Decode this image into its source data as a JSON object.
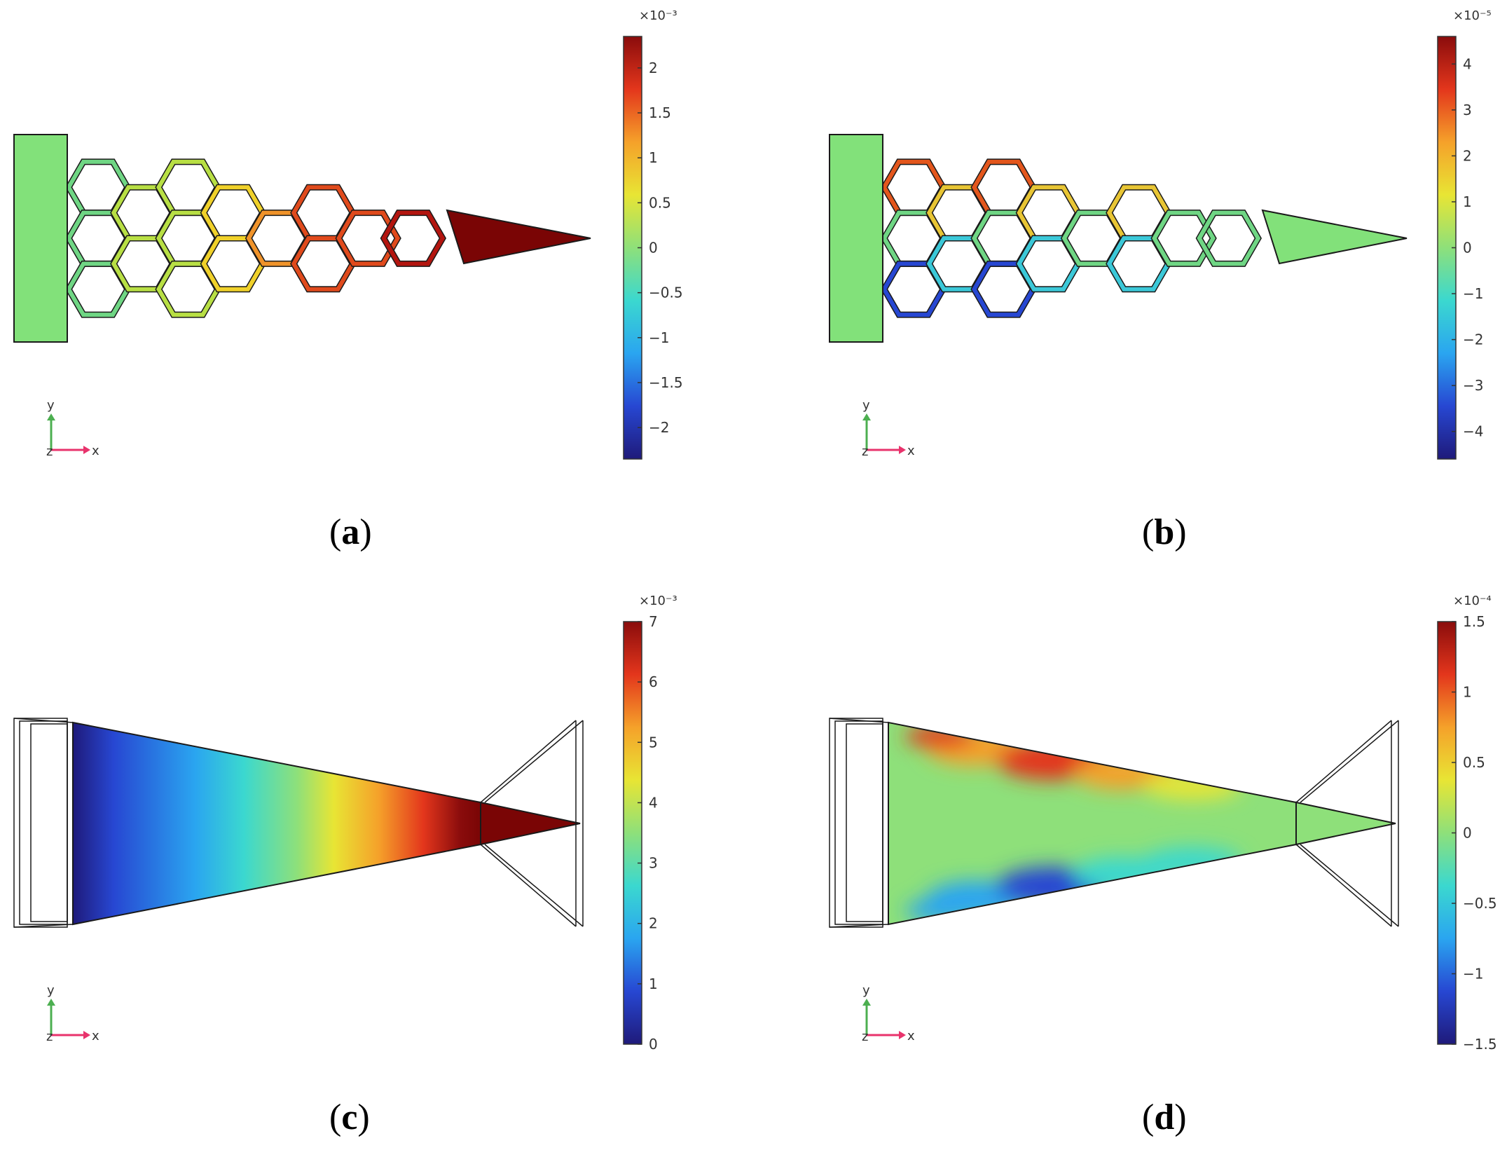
{
  "colors": {
    "colormap": [
      "#1f1a7a",
      "#2747d2",
      "#2aa5f0",
      "#3bd8cf",
      "#8ee07a",
      "#e8e534",
      "#f5a12a",
      "#e3361c",
      "#8a0c0c"
    ],
    "neutral_fill": "#82e17a",
    "outline": "#1a1a1a",
    "axis_y": "#4caf50",
    "axis_x": "#e8336c"
  },
  "axes_triad": {
    "y": "y",
    "z": "z",
    "x": "x"
  },
  "panels": [
    {
      "id": "a",
      "caption_letter": "a",
      "colorbar": {
        "exponent": "×10⁻³",
        "ticks": [
          {
            "label": "2",
            "value": 2
          },
          {
            "label": "1.5",
            "value": 1.5
          },
          {
            "label": "1",
            "value": 1
          },
          {
            "label": "0.5",
            "value": 0.5
          },
          {
            "label": "0",
            "value": 0
          },
          {
            "label": "−0.5",
            "value": -0.5
          },
          {
            "label": "−1",
            "value": -1
          },
          {
            "label": "−1.5",
            "value": -1.5
          },
          {
            "label": "−2",
            "value": -2
          }
        ],
        "min": -2.35,
        "max": 2.35
      }
    },
    {
      "id": "b",
      "caption_letter": "b",
      "colorbar": {
        "exponent": "×10⁻⁵",
        "ticks": [
          {
            "label": "4",
            "value": 4
          },
          {
            "label": "3",
            "value": 3
          },
          {
            "label": "2",
            "value": 2
          },
          {
            "label": "1",
            "value": 1
          },
          {
            "label": "0",
            "value": 0
          },
          {
            "label": "−1",
            "value": -1
          },
          {
            "label": "−2",
            "value": -2
          },
          {
            "label": "−3",
            "value": -3
          },
          {
            "label": "−4",
            "value": -4
          }
        ],
        "min": -4.6,
        "max": 4.6
      }
    },
    {
      "id": "c",
      "caption_letter": "c",
      "colorbar": {
        "exponent": "×10⁻³",
        "ticks": [
          {
            "label": "7",
            "value": 7
          },
          {
            "label": "6",
            "value": 6
          },
          {
            "label": "5",
            "value": 5
          },
          {
            "label": "4",
            "value": 4
          },
          {
            "label": "3",
            "value": 3
          },
          {
            "label": "2",
            "value": 2
          },
          {
            "label": "1",
            "value": 1
          },
          {
            "label": "0",
            "value": 0
          }
        ],
        "min": 0,
        "max": 7
      }
    },
    {
      "id": "d",
      "caption_letter": "d",
      "colorbar": {
        "exponent": "×10⁻⁴",
        "ticks": [
          {
            "label": "1.5",
            "value": 1.5
          },
          {
            "label": "1",
            "value": 1
          },
          {
            "label": "0.5",
            "value": 0.5
          },
          {
            "label": "0",
            "value": 0
          },
          {
            "label": "−0.5",
            "value": -0.5
          },
          {
            "label": "−1",
            "value": -1
          },
          {
            "label": "−1.5",
            "value": -1.5
          }
        ],
        "min": -1.5,
        "max": 1.5
      }
    }
  ]
}
